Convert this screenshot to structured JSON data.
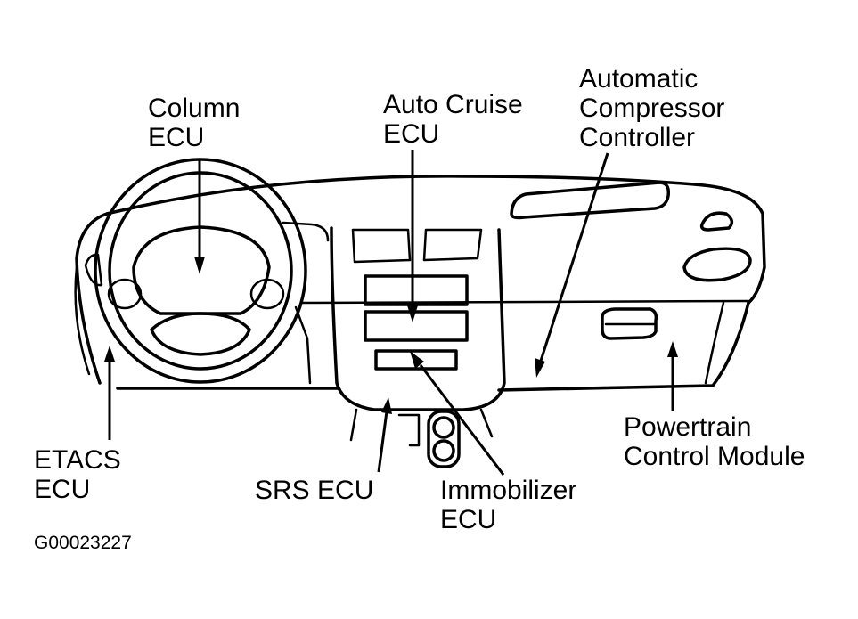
{
  "labels": {
    "column_ecu": [
      "Column",
      "ECU"
    ],
    "auto_cruise_ecu": [
      "Auto Cruise",
      "ECU"
    ],
    "compressor_controller": [
      "Automatic",
      "Compressor",
      "Controller"
    ],
    "etacs_ecu": [
      "ETACS",
      "ECU"
    ],
    "srs_ecu": [
      "SRS ECU"
    ],
    "immobilizer_ecu": [
      "Immobilizer",
      "ECU"
    ],
    "powertrain_module": [
      "Powertrain",
      "Control Module"
    ]
  },
  "figure_code": "G00023227",
  "colors": {
    "line": "#000000",
    "background": "#ffffff"
  }
}
